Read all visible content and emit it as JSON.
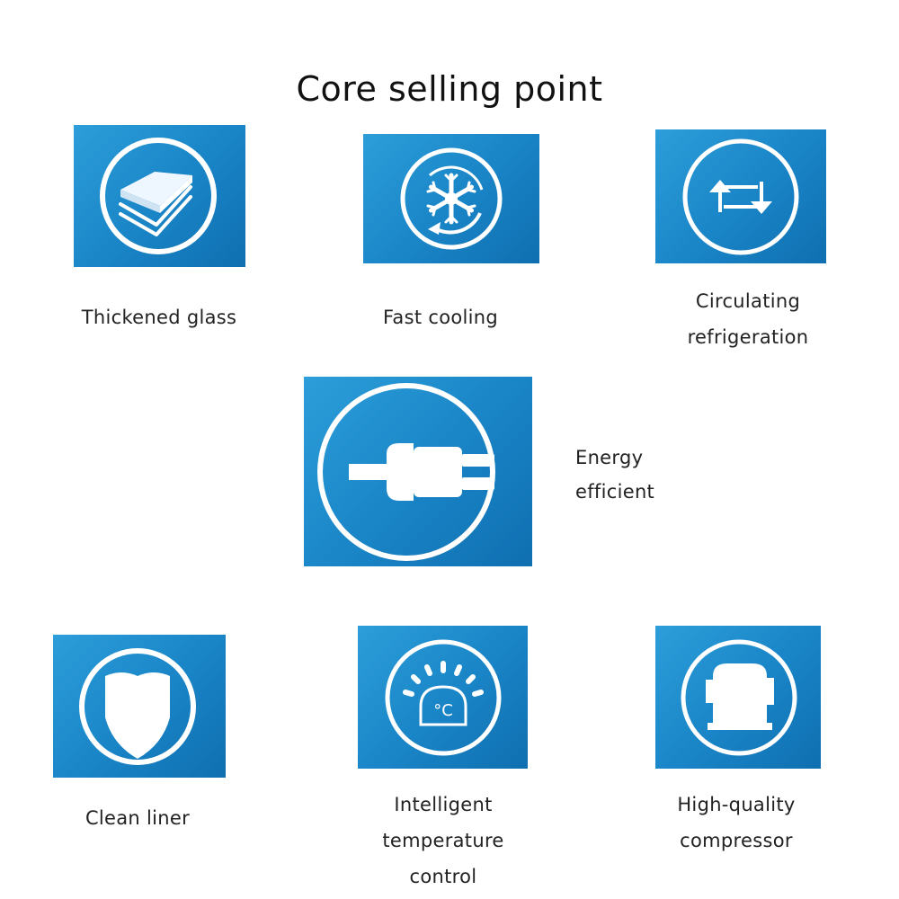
{
  "header": {
    "title": "Core selling point"
  },
  "features": [
    {
      "id": "thickened-glass",
      "lines": [
        "Thickened  glass"
      ],
      "icon": "glass-layers-icon"
    },
    {
      "id": "fast-cooling",
      "lines": [
        "Fast cooling"
      ],
      "icon": "snowflake-icon"
    },
    {
      "id": "circulating-refrigeration",
      "lines": [
        "Circulating",
        "refrigeration"
      ],
      "icon": "circulation-arrows-icon"
    },
    {
      "id": "energy-efficient",
      "lines": [
        "Energy",
        "efficient"
      ],
      "icon": "plug-icon"
    },
    {
      "id": "clean-liner",
      "lines": [
        "Clean liner"
      ],
      "icon": "shield-icon"
    },
    {
      "id": "intelligent-temperature-control",
      "lines": [
        "Intelligent",
        "temperature",
        "control"
      ],
      "icon": "thermostat-icon"
    },
    {
      "id": "high-quality-compressor",
      "lines": [
        "High-quality",
        "compressor"
      ],
      "icon": "compressor-icon"
    }
  ],
  "colors": {
    "tile": "#1a86c8",
    "tile_light": "#2d9ed9",
    "icon": "#ffffff",
    "text": "#222222"
  }
}
